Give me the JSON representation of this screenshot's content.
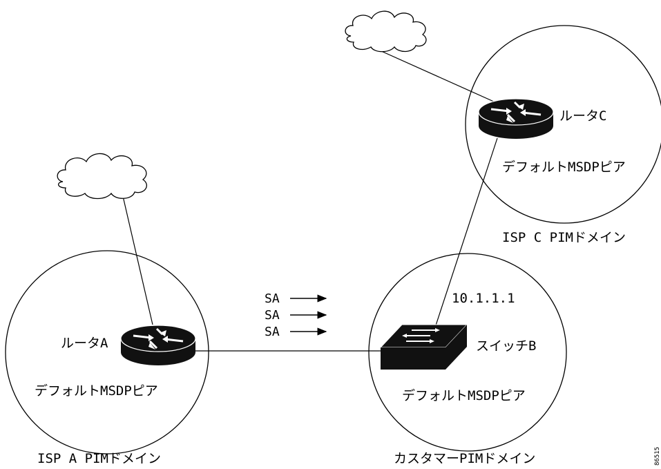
{
  "router_a": {
    "label": "ルータA",
    "peer": "デフォルトMSDPピア",
    "domain": "ISP A PIMドメイン"
  },
  "router_c": {
    "label": "ルータC",
    "peer": "デフォルトMSDPピア",
    "domain": "ISP C PIMドメイン"
  },
  "switch_b": {
    "label": "スイッチB",
    "peer": "デフォルトMSDPピア",
    "domain": "カスタマーPIMドメイン",
    "address": "10.1.1.1"
  },
  "sa_messages": [
    "SA",
    "SA",
    "SA"
  ],
  "figure_id": "86515"
}
